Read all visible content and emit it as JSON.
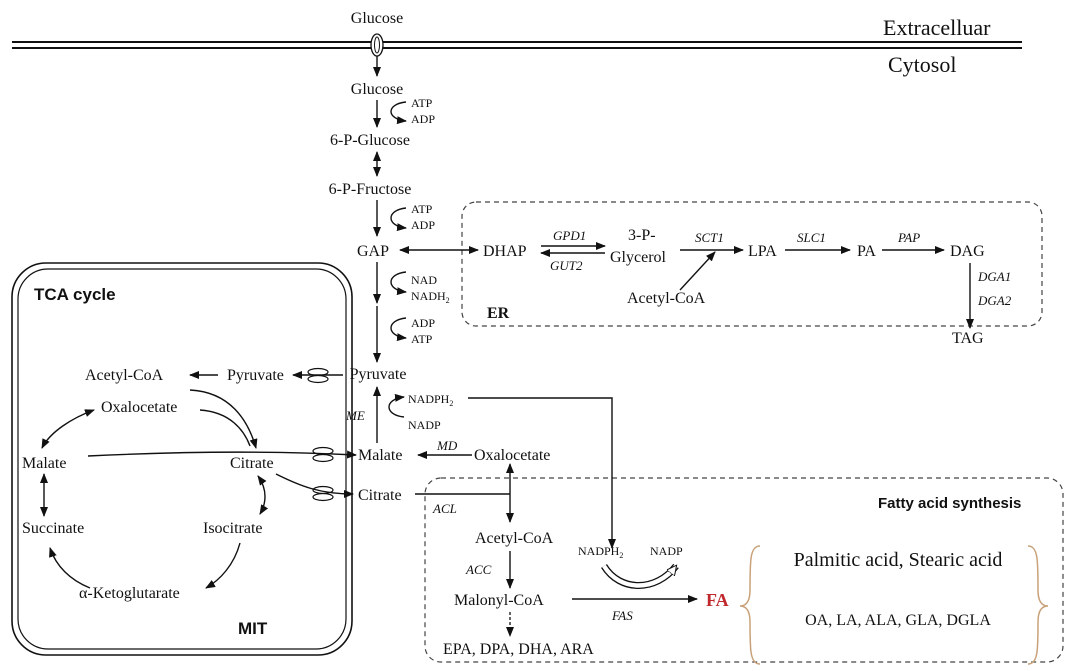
{
  "compartments": {
    "extracellular": "Extracelluar",
    "cytosol": "Cytosol",
    "er": "ER",
    "tca_cycle": "TCA cycle",
    "mit": "MIT",
    "fatty_acid_synthesis": "Fatty acid synthesis"
  },
  "metabolites": {
    "glucose_out": "Glucose",
    "glucose_in": "Glucose",
    "g6p": "6-P-Glucose",
    "f6p": "6-P-Fructose",
    "gap": "GAP",
    "pyruvate": "Pyruvate",
    "malate_cyt": "Malate",
    "oxalocetate_cyt": "Oxalocetate",
    "citrate_cyt": "Citrate",
    "dhap": "DHAP",
    "glycerol3p_line1": "3-P-",
    "glycerol3p_line2": "Glycerol",
    "lpa": "LPA",
    "pa": "PA",
    "dag": "DAG",
    "tag": "TAG",
    "acetylcoa_er": "Acetyl-CoA",
    "acetylcoa_mit": "Acetyl-CoA",
    "pyruvate_mit": "Pyruvate",
    "oxalocetate_mit": "Oxalocetate",
    "malate_mit": "Malate",
    "citrate_mit": "Citrate",
    "succinate": "Succinate",
    "isocitrate": "Isocitrate",
    "ketoglutarate": "α-Ketoglutarate",
    "acetylcoa_fa": "Acetyl-CoA",
    "malonylcoa": "Malonyl-CoA",
    "pufa": "EPA, DPA, DHA, ARA",
    "fa": "FA",
    "fa_list1": "Palmitic acid, Stearic acid",
    "fa_list2": "OA, LA, ALA, GLA, DGLA"
  },
  "cofactors": {
    "atp1": "ATP",
    "adp1": "ADP",
    "atp2": "ATP",
    "adp2": "ADP",
    "nad": "NAD",
    "nadh2": "NADH",
    "adp3": "ADP",
    "atp3": "ATP",
    "nadph2_me": "NADPH",
    "nadp_me": "NADP",
    "nadph2_fas": "NADPH",
    "nadp_fas": "NADP",
    "subscript_2": "2"
  },
  "enzymes": {
    "gpd1": "GPD1",
    "gut2": "GUT2",
    "sct1": "SCT1",
    "slc1": "SLC1",
    "pap": "PAP",
    "dga1": "DGA1",
    "dga2": "DGA2",
    "me": "ME",
    "md": "MD",
    "acl": "ACL",
    "acc": "ACC",
    "fas": "FAS"
  },
  "colors": {
    "fa_highlight": "#c0282d",
    "brace": "#c9a27a",
    "ink": "#111111"
  }
}
